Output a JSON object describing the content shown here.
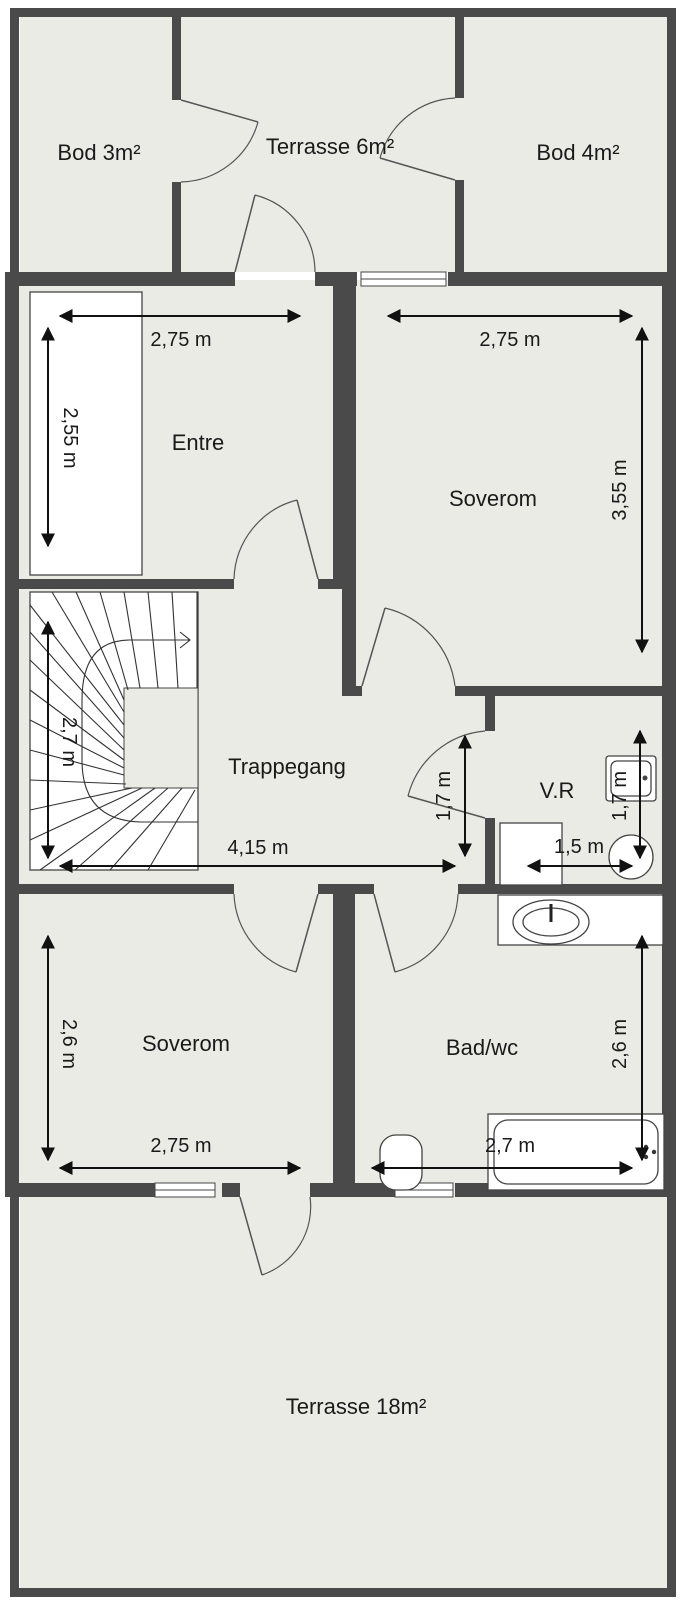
{
  "colors": {
    "floor": "#ebebe6",
    "wall": "#4a4a4a",
    "line": "#111111",
    "fixture": "#ffffff"
  },
  "rooms": {
    "bod_left": "Bod 3m²",
    "terrasse_top": "Terrasse 6m²",
    "bod_right": "Bod 4m²",
    "entre": "Entre",
    "soverom_top": "Soverom",
    "trappegang": "Trappegang",
    "vr": "V.R",
    "soverom_bottom": "Soverom",
    "bad": "Bad/wc",
    "terrasse_bottom": "Terrasse 18m²"
  },
  "dimensions": {
    "entre_width": "2,75 m",
    "entre_height": "2,55 m",
    "soverom_top_width": "2,75 m",
    "soverom_top_height": "3,55 m",
    "stairs_height": "2,7 m",
    "trappegang_width": "4,15 m",
    "trappegang_height": "1,7 m",
    "vr_width": "1,5 m",
    "vr_height": "1,7 m",
    "soverom_bottom_height": "2,6 m",
    "soverom_bottom_width": "2,75 m",
    "bad_width": "2,7 m",
    "bad_height": "2,6 m"
  },
  "icons": {
    "door": "door-swing-icon",
    "window": "window-icon",
    "sink": "sink-icon",
    "toilet": "toilet-icon",
    "bathtub": "bathtub-icon",
    "stairs": "staircase-icon"
  }
}
